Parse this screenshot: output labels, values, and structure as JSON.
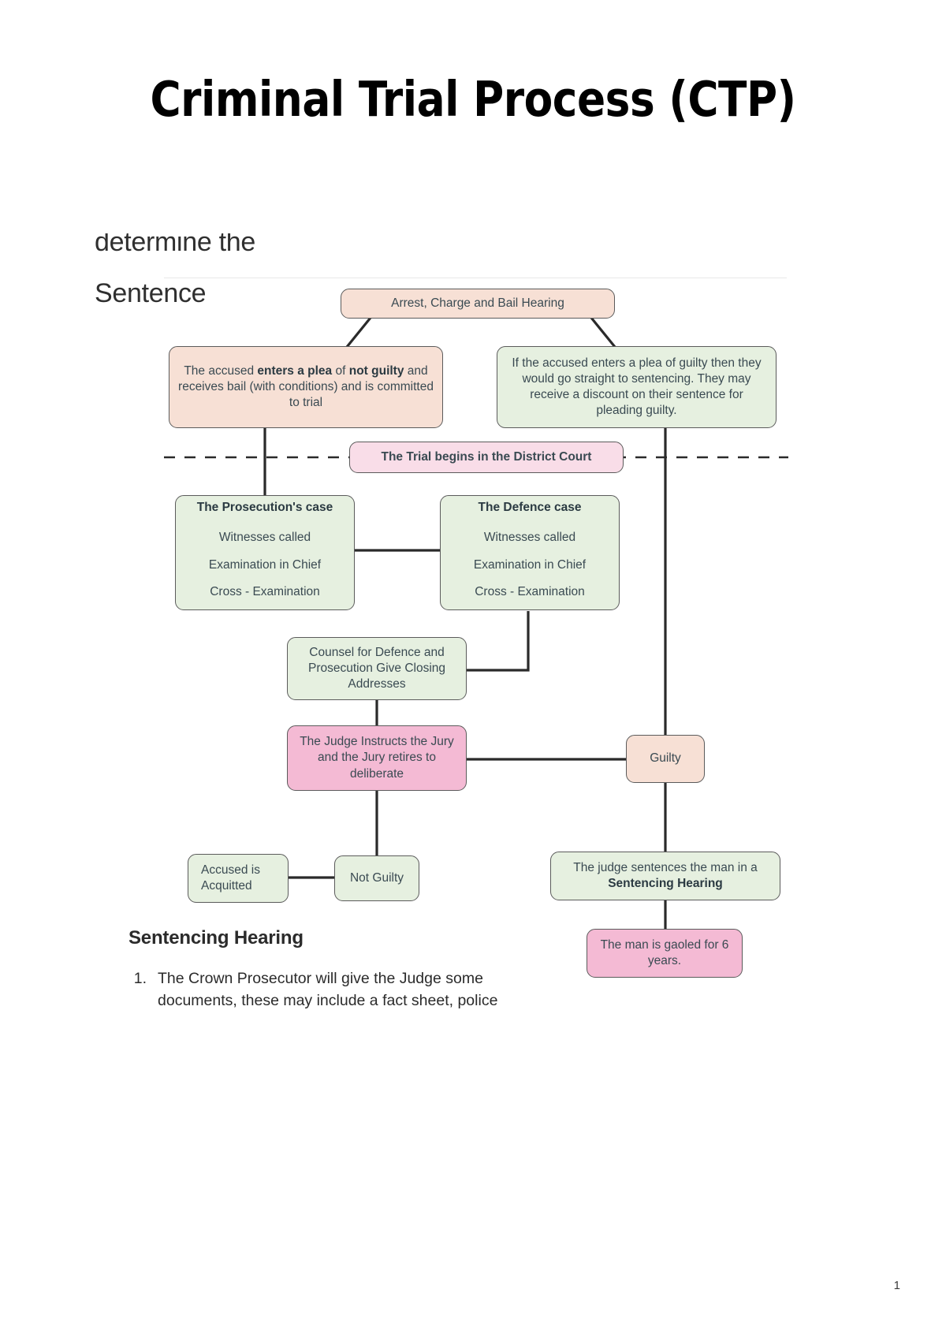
{
  "document": {
    "title": "Criminal Trial Process (CTP)",
    "page_number": "1"
  },
  "clipped_heading": {
    "line1": "determine the",
    "line2": "Sentence"
  },
  "diagram": {
    "nodes": {
      "arrest": {
        "label": "Arrest, Charge and Bail Hearing",
        "color": "#f7e0d5"
      },
      "not_guilty_plea": {
        "part1": "The accused ",
        "bold1": "enters a plea",
        "part2": " of ",
        "bold2": "not guilty",
        "part3": " and receives bail (with conditions) and is committed to trial",
        "color": "#f7e0d5"
      },
      "guilty_plea": {
        "label": "If the accused enters a plea of guilty then they would go straight to sentencing. They may receive a discount on their sentence for pleading guilty.",
        "color": "#e6f0e0"
      },
      "trial_begins": {
        "label": "The Trial begins in the District Court",
        "color": "#f9dde8"
      },
      "prosecution_case": {
        "heading": "The Prosecution's case",
        "items": [
          "Witnesses called",
          "Examination in Chief",
          "Cross - Examination"
        ],
        "color": "#e6f0e0"
      },
      "defence_case": {
        "heading": "The Defence case",
        "items": [
          "Witnesses called",
          "Examination in Chief",
          "Cross - Examination"
        ],
        "color": "#e6f0e0"
      },
      "closing_addresses": {
        "label": "Counsel for Defence and Prosecution Give Closing Addresses",
        "color": "#e6f0e0"
      },
      "judge_instructs": {
        "label": "The Judge Instructs the Jury and the Jury retires to deliberate",
        "color": "#f4bad4"
      },
      "guilty": {
        "label": "Guilty",
        "color": "#f7e0d5"
      },
      "not_guilty": {
        "label": "Not Guilty",
        "color": "#e6f0e0"
      },
      "acquitted": {
        "label": "Accused is Acquitted",
        "color": "#e6f0e0"
      },
      "judge_sentences": {
        "part1": "The judge sentences the man in a ",
        "bold1": "Sentencing Hearing",
        "color": "#e6f0e0"
      },
      "gaoled": {
        "label": "The man is gaoled for 6 years.",
        "color": "#f4bad4"
      }
    }
  },
  "sentencing_hearing": {
    "heading": "Sentencing Hearing",
    "items": [
      {
        "number": "1.",
        "line1": "The Crown Prosecutor will give the Judge some",
        "line2": "documents, these may include a fact sheet, police"
      }
    ]
  }
}
